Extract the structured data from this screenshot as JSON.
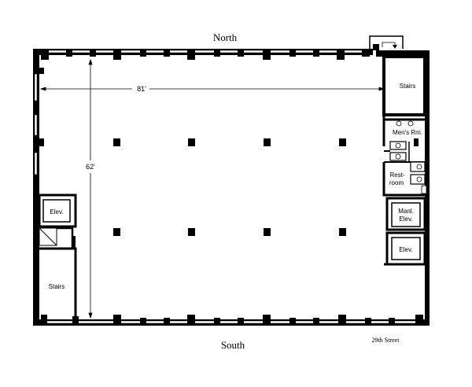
{
  "compass": {
    "north": "North",
    "south": "South"
  },
  "street_label": "29th Street",
  "dimensions": {
    "width": "81'",
    "depth": "62'"
  },
  "rooms": {
    "stairs_right": "Stairs",
    "mens_room": "Men's Rm.",
    "restroom_line1": "Rest-",
    "restroom_line2": "room",
    "manual_elevator_line1": "Manl.",
    "manual_elevator_line2": "Elev.",
    "elevator_right": "Elev.",
    "elevator_left": "Elev.",
    "stairs_left": "Stairs"
  },
  "colors": {
    "wall": "#000000",
    "background": "#ffffff"
  }
}
